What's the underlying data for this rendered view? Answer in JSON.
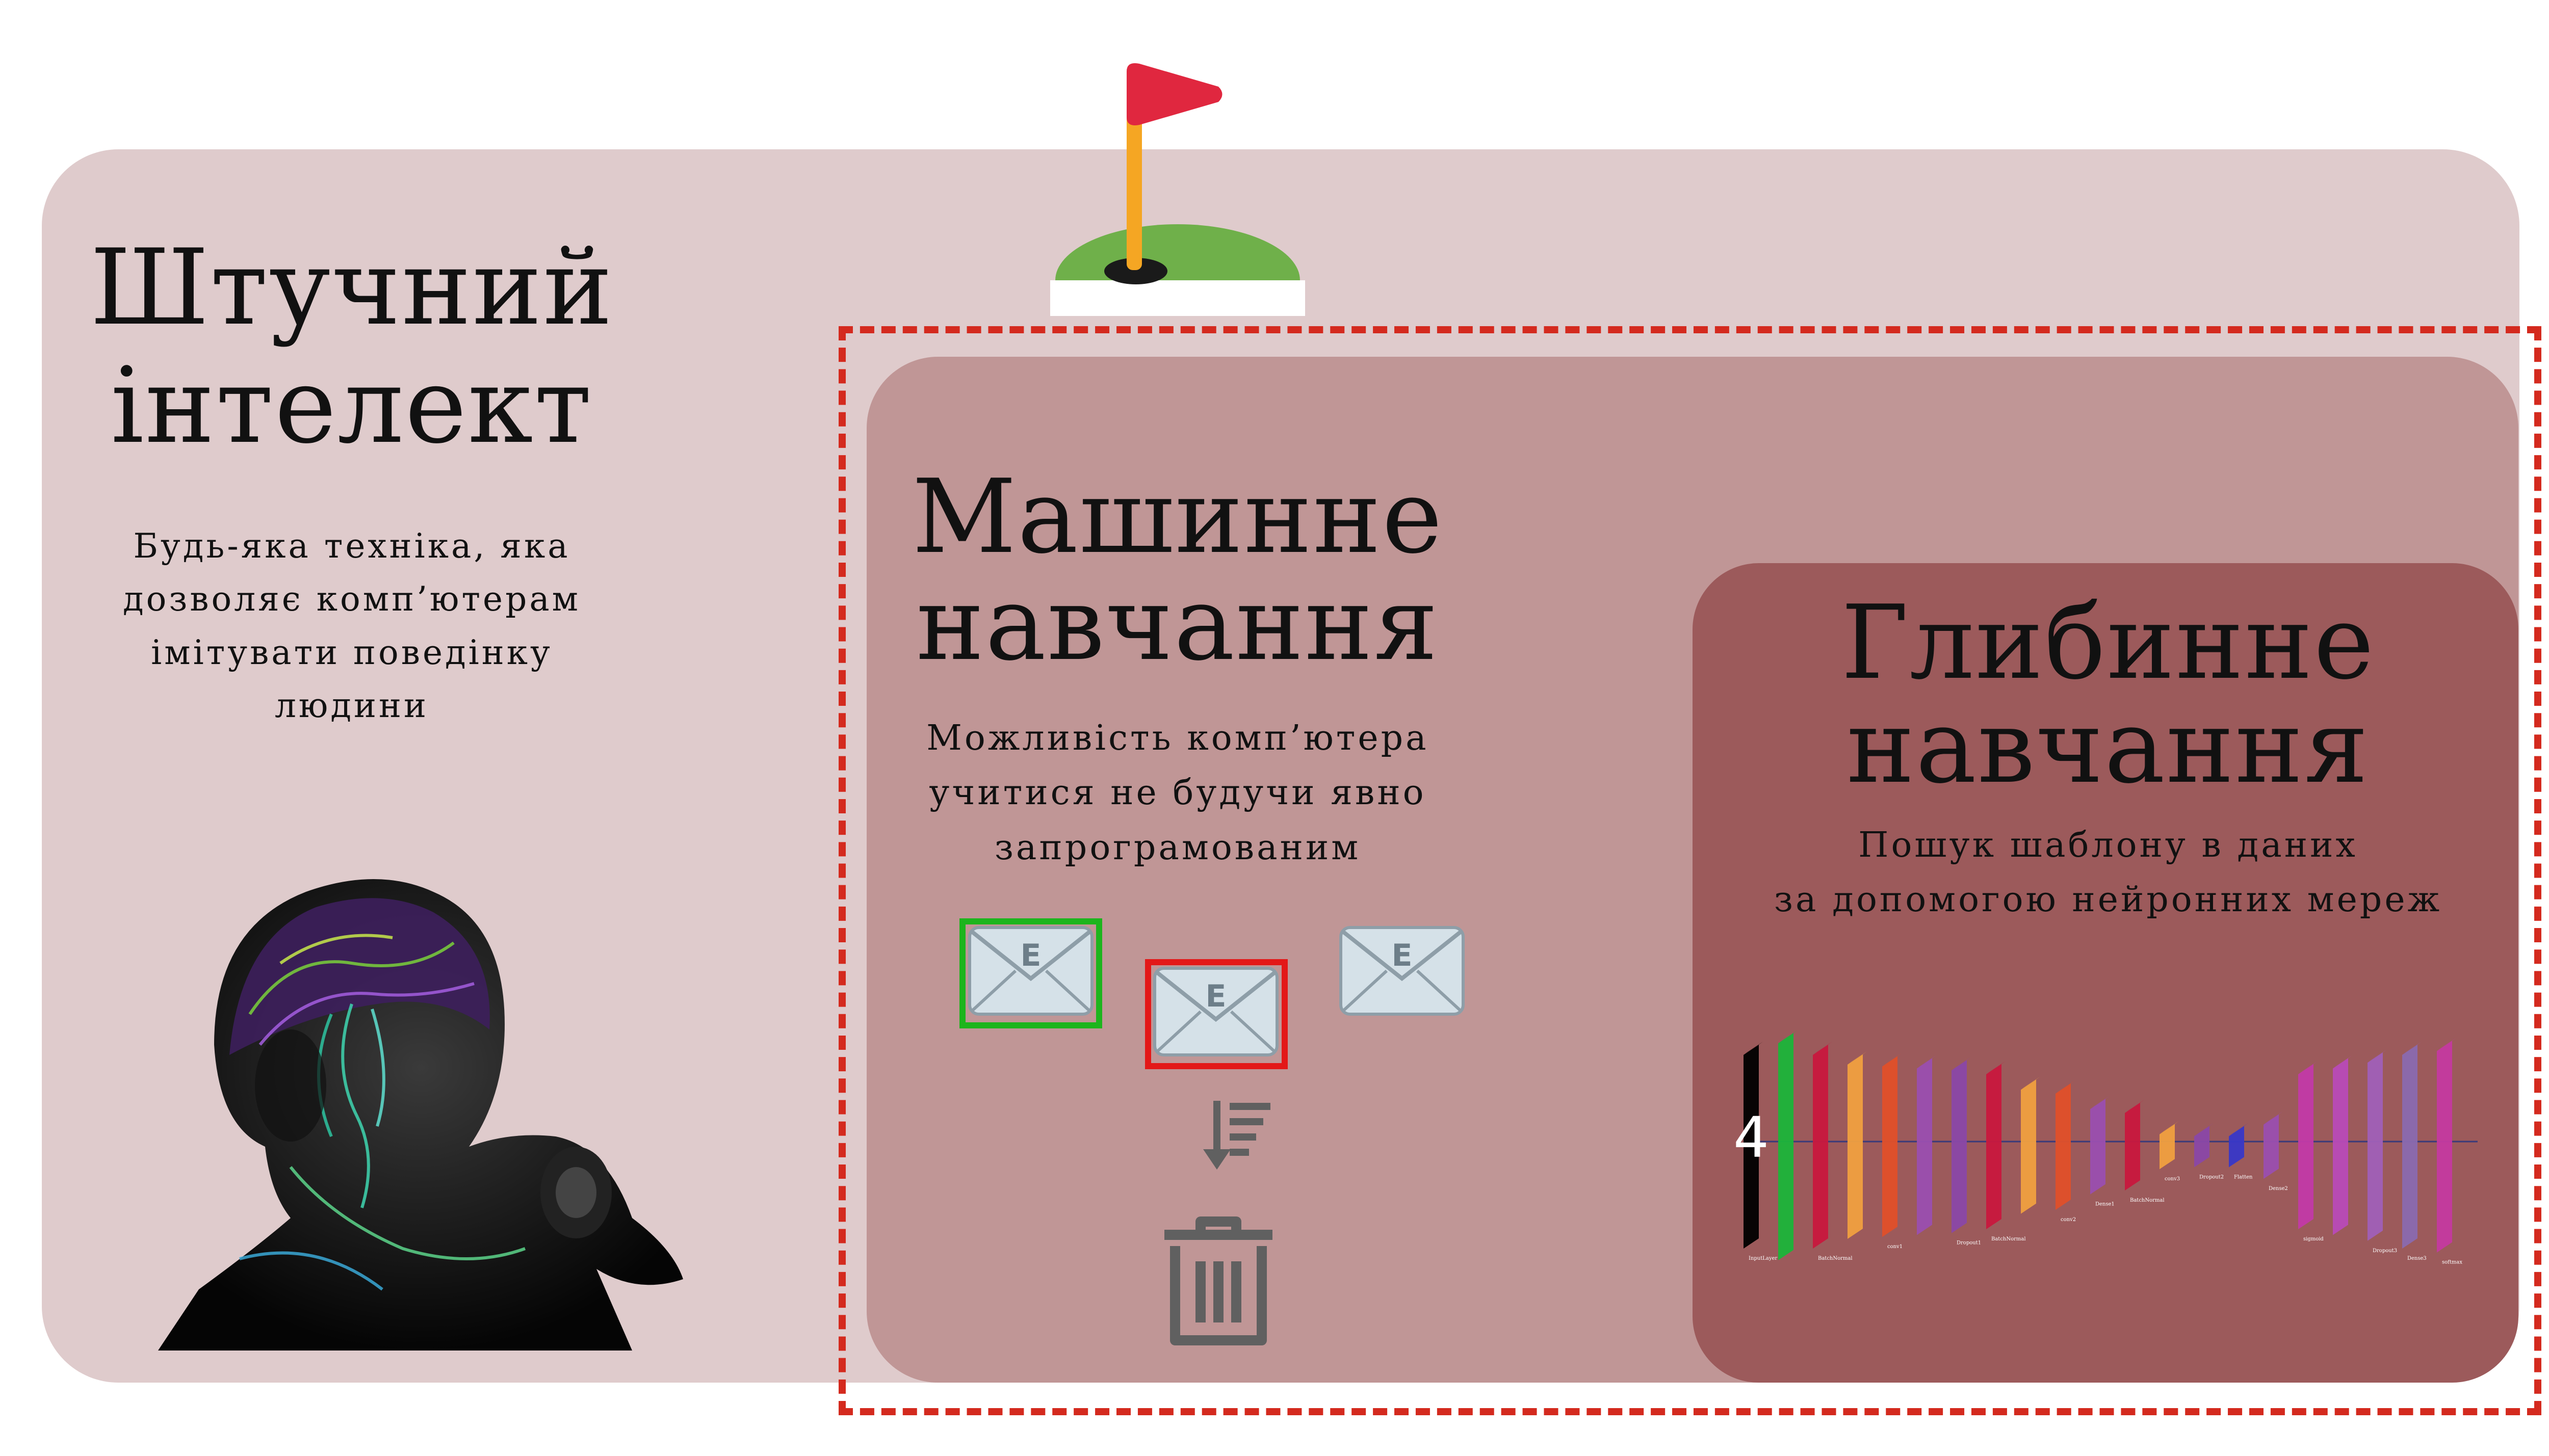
{
  "ai": {
    "title_line1": "Штучний",
    "title_line2": "інтелект",
    "desc_line1": "Будь-яка техніка, яка",
    "desc_line2": "дозволяє комп’ютерам",
    "desc_line3": "імітувати поведінку",
    "desc_line4": "людини"
  },
  "ml": {
    "title_line1": "Машинне",
    "title_line2": "навчання",
    "desc_line1": "Можливість комп’ютера",
    "desc_line2": "учитися не будучи явно",
    "desc_line3": "запрограмованим"
  },
  "dl": {
    "title_line1": "Глибинне",
    "title_line2": "навчання",
    "desc_line1": "Пошук шаблону в даних",
    "desc_line2": "за допомогою нейронних мереж"
  },
  "nn_layers": [
    {
      "label": "InputLayer",
      "color": "#000000",
      "rel_size": 1.0
    },
    {
      "label": "",
      "color": "#1bb53a",
      "rel_size": 1.12
    },
    {
      "label": "BatchNormal",
      "color": "#c8183e",
      "rel_size": 1.0
    },
    {
      "label": "",
      "color": "#f0a040",
      "rel_size": 0.9
    },
    {
      "label": "conv1",
      "color": "#e0502a",
      "rel_size": 0.88
    },
    {
      "label": "",
      "color": "#9a4fb0",
      "rel_size": 0.86
    },
    {
      "label": "Dropout1",
      "color": "#8a48a8",
      "rel_size": 0.84
    },
    {
      "label": "BatchNormal",
      "color": "#c8183e",
      "rel_size": 0.8
    },
    {
      "label": "",
      "color": "#f0a040",
      "rel_size": 0.64
    },
    {
      "label": "conv2",
      "color": "#e0502a",
      "rel_size": 0.6
    },
    {
      "label": "Dense1",
      "color": "#9a4fb0",
      "rel_size": 0.44
    },
    {
      "label": "BatchNormal",
      "color": "#c8183e",
      "rel_size": 0.4
    },
    {
      "label": "conv3",
      "color": "#f0a040",
      "rel_size": 0.18
    },
    {
      "label": "Dropout2",
      "color": "#8a48a8",
      "rel_size": 0.16
    },
    {
      "label": "Flatten",
      "color": "#3838c8",
      "rel_size": 0.16
    },
    {
      "label": "Dense2",
      "color": "#9a4fb0",
      "rel_size": 0.28
    },
    {
      "label": "sigmoid",
      "color": "#c23aa8",
      "rel_size": 0.8
    },
    {
      "label": "",
      "color": "#b84bb8",
      "rel_size": 0.86
    },
    {
      "label": "Dropout3",
      "color": "#a060b8",
      "rel_size": 0.92
    },
    {
      "label": "Dense3",
      "color": "#8a6ab0",
      "rel_size": 1.0
    },
    {
      "label": "softmax",
      "color": "#c43aa0",
      "rel_size": 1.04
    }
  ],
  "colors": {
    "ai_box": "#dfcbcc",
    "ml_box": "#c09696",
    "dl_box": "#9c5a5b",
    "dashed_border": "#d42a1e",
    "selected_email_frame": "#1db51d",
    "rejected_email_frame": "#e31818"
  },
  "icons": [
    "flag-on-green-icon",
    "robot-brain-illustration",
    "envelope-icon",
    "sort-descending-icon",
    "trash-can-icon",
    "neural-network-diagram"
  ]
}
